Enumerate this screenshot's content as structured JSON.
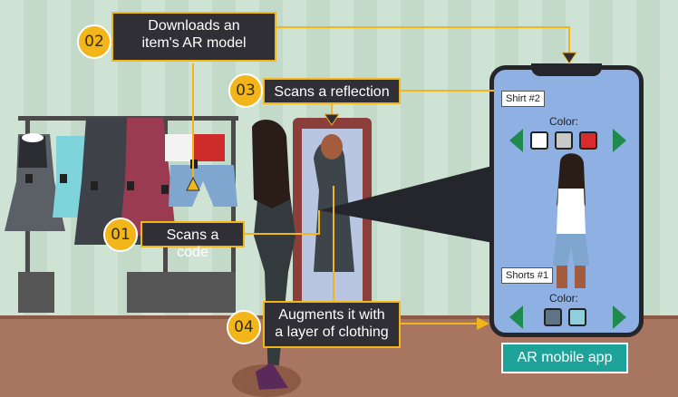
{
  "steps": [
    {
      "num": "01",
      "text": "Scans a code"
    },
    {
      "num": "02",
      "line1": "Downloads an",
      "line2": "item's AR model"
    },
    {
      "num": "03",
      "text": "Scans a reflection"
    },
    {
      "num": "04",
      "line1": "Augments it with",
      "line2": "a layer of clothing"
    }
  ],
  "phone": {
    "shirt_tag": "Shirt #2",
    "shirt_color_label": "Color:",
    "shirt_colors": [
      "#ffffff",
      "#c9c9c9",
      "#d92b2b"
    ],
    "shorts_tag": "Shorts #1",
    "shorts_color_label": "Color:",
    "shorts_colors": [
      "#5e7384",
      "#8fd0df"
    ]
  },
  "app_label": "AR mobile app",
  "colors": {
    "accent": "#f2b51a",
    "box_bg": "#2f2f35",
    "app_teal": "#1da39a",
    "phone_screen": "#8fb0e3",
    "nav_green": "#1f8a4e"
  }
}
